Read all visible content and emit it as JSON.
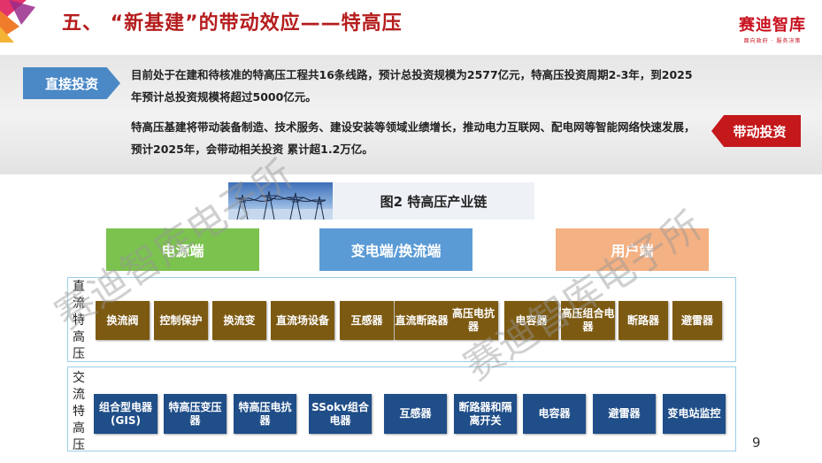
{
  "header": {
    "title": "五、 “新基建”的带动效应——特高压",
    "logo_main": "赛迪智库",
    "logo_sub": "面向政府 · 服务决策"
  },
  "intro": {
    "tag_left": "直接投资",
    "tag_right": "带动投资",
    "paragraph1": "目前处于在建和待核准的特高压工程共16条线路，预计总投资规模为2577亿元，特高压投资周期2-3年，到2025年预计总投资规模将超过5000亿元。",
    "paragraph2": "特高压基建将带动装备制造、技术服务、建设安装等领域业绩增长，推动电力互联网、配电网等智能网络快速发展，预计2025年，会带动相关投资 累计超1.2万亿。"
  },
  "figure": {
    "title": "图2 特高压产业链"
  },
  "categories": {
    "power": "电源端",
    "substation": "变电端/换流端",
    "user": "用户端"
  },
  "dc_section": {
    "label": "直流特高压",
    "items": [
      "换流阀",
      "控制保护",
      "换流变",
      "直流场设备",
      "互感器",
      "直流断路器",
      "高压电抗器",
      "电容器",
      "高压组合电器",
      "断路器",
      "避雷器"
    ]
  },
  "ac_section": {
    "label": "交流特高压",
    "items": [
      "组合型电器(GIS)",
      "特高压变压器",
      "特高压电抗器",
      "SSokv组合电器",
      "互感器",
      "断路器和隔离开关",
      "电容器",
      "避雷器",
      "变电站监控"
    ]
  },
  "watermark": "赛迪智库电子所",
  "page_number": "9",
  "colors": {
    "title_red": "#b51d1d",
    "tag_blue": "#4a88c6",
    "tag_red": "#c4181b",
    "power_green": "#7cc24f",
    "substation_blue": "#5b9bd5",
    "user_orange": "#f4b183",
    "dc_box_brown": "#7d5a12",
    "ac_box_navy": "#1f4e88"
  }
}
